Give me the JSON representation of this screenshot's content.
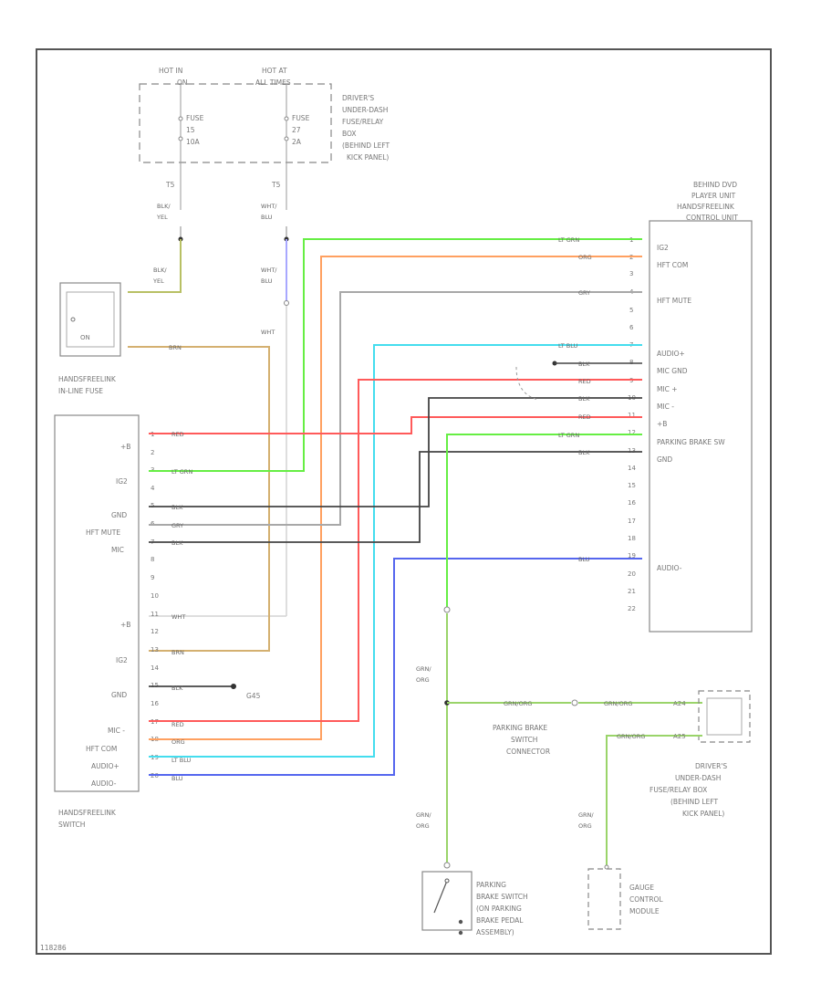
{
  "hot_in_labels": [
    "HOT IN",
    "ON"
  ],
  "hot_at_labels": [
    "HOT AT",
    "ALL TIMES"
  ],
  "fuse_a": [
    "FUSE",
    "15",
    "10A"
  ],
  "fuse_b": [
    "FUSE",
    "27",
    "2A"
  ],
  "drivers_box_top": [
    "DRIVER'S",
    "UNDER-DASH",
    "FUSE/RELAY",
    "BOX",
    "(BEHIND LEFT",
    "KICK PANEL)"
  ],
  "t_marker": "T5",
  "blk_yel": [
    "BLK/",
    "YEL"
  ],
  "wht_blu": [
    "WHT/",
    "BLU"
  ],
  "wht": "WHT",
  "on": "ON",
  "inline_fuse": [
    "HANDSFREELINK",
    "IN-LINE FUSE"
  ],
  "hfl_switch": [
    "HANDSFREELINK",
    "SWITCH"
  ],
  "left_funcs": [
    "+B",
    "IG2",
    "GND",
    "HFT MUTE",
    "MIC",
    "+B",
    "IG2",
    "GND",
    "MIC -",
    "HFT COM",
    "AUDIO+",
    "AUDIO-"
  ],
  "left_pins": [
    "1",
    "2",
    "3",
    "4",
    "5",
    "6",
    "7",
    "8",
    "9",
    "10",
    "11",
    "12",
    "13",
    "14",
    "15",
    "16",
    "17",
    "18",
    "19",
    "20"
  ],
  "left_wire_labels": [
    "RED",
    "LT GRN",
    "BLK",
    "GRY",
    "BLK",
    "WHT",
    "BRN",
    "BLK",
    "RED",
    "ORG",
    "LT BLU",
    "BLU"
  ],
  "gnd_label": "G45",
  "right_unit": [
    "BEHIND DVD",
    "PLAYER UNIT",
    "HANDSFREELINK",
    "CONTROL UNIT"
  ],
  "right_pins": [
    "1",
    "2",
    "3",
    "4",
    "5",
    "6",
    "7",
    "8",
    "9",
    "10",
    "11",
    "12",
    "13",
    "14",
    "15",
    "16",
    "17",
    "18",
    "19",
    "20",
    "21",
    "22"
  ],
  "right_funcs": [
    "IG2",
    "HFT COM",
    "HFT MUTE",
    "AUDIO+",
    "MIC GND",
    "MIC +",
    "MIC -",
    "+B",
    "PARKING BRAKE SW",
    "GND",
    "AUDIO-"
  ],
  "right_wire_labels": [
    "LT GRN",
    "ORG",
    "GRY",
    "LT BLU",
    "BLK",
    "RED",
    "BLK",
    "RED",
    "LT GRN",
    "BLK",
    "BLU"
  ],
  "grn_org": [
    "GRN/",
    "ORG"
  ],
  "grn_org_h": "GRN/ORG",
  "connector_pins": [
    "A24",
    "A25"
  ],
  "parking_connector": [
    "PARKING BRAKE",
    "SWITCH",
    "CONNECTOR"
  ],
  "drivers_box_bottom": [
    "DRIVER'S",
    "UNDER-DASH",
    "FUSE/RELAY BOX",
    "(BEHIND LEFT",
    "KICK PANEL)"
  ],
  "parking_switch": [
    "PARKING",
    "BRAKE SWITCH",
    "(ON PARKING",
    "BRAKE PEDAL",
    "ASSEMBLY)"
  ],
  "gauge_module": [
    "GAUGE",
    "CONTROL",
    "MODULE"
  ],
  "corner_code": "118286",
  "colors": {
    "red": "#ff5a5a",
    "ltgrn": "#66ee44",
    "orange": "#ffa060",
    "gray": "#a8a8a8",
    "ltblue": "#44ddee",
    "blue": "#5566ee",
    "black": "#444444",
    "tan": "#d4b070",
    "olive": "#b8c064",
    "yelgrn": "#9ad46a",
    "wht": "#d4d4d4",
    "whtblu": "#a8a8ff"
  }
}
